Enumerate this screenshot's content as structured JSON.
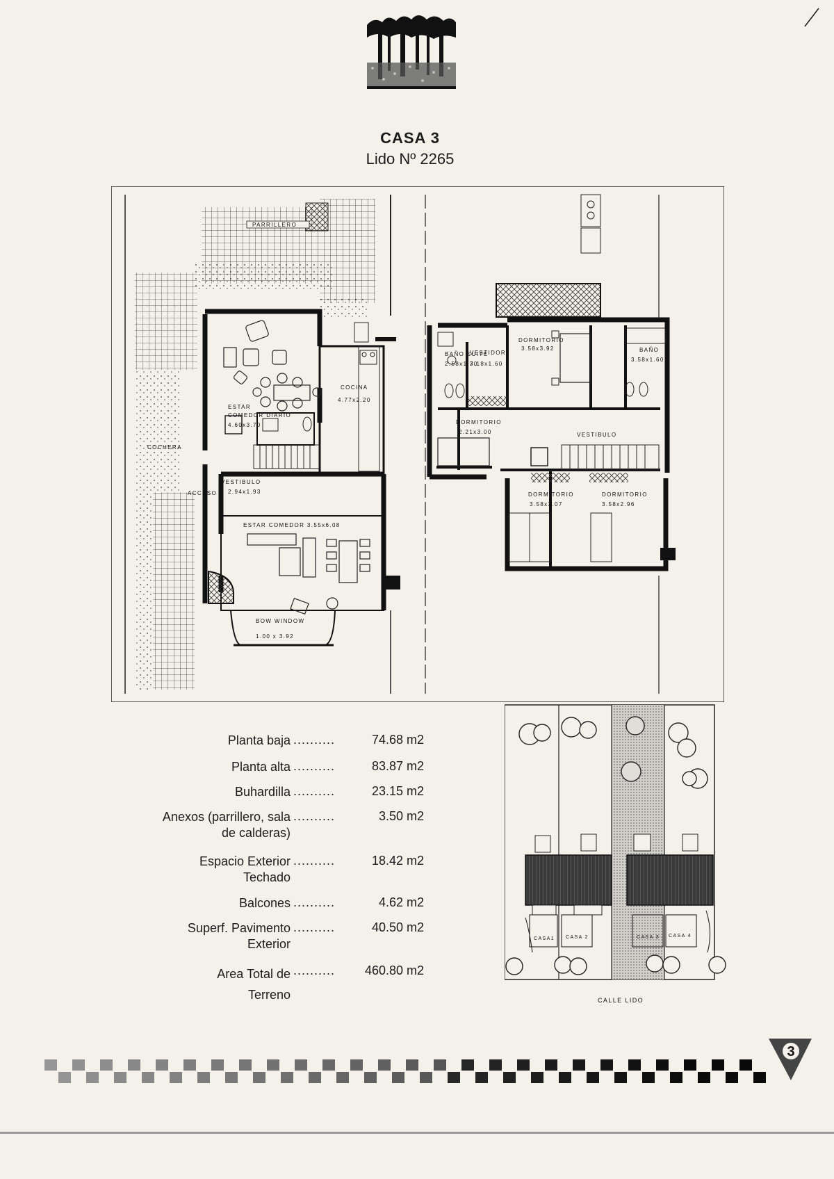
{
  "heading": {
    "casa": "CASA  3",
    "address": "Lido Nº 2265"
  },
  "ground_floor_labels": {
    "parrillero": "PARRILLERO",
    "estar_comedor_diario": "ESTAR",
    "estar_comedor_diario_2": "COMEDOR DIARIO",
    "estar_comedor_diario_dim": "4.60x3.70",
    "cocina": "COCINA",
    "cocina_dim": "4.77x2.20",
    "cochera": "COCHERA",
    "acceso": "ACCESO",
    "vestibulo": "VESTIBULO",
    "vestibulo_dim": "2.94x1.93",
    "estar_comedor": "ESTAR  COMEDOR  3.55x6.08",
    "bow_window": "BOW WINDOW",
    "bow_window_dim": "1.00 x 3.92"
  },
  "upper_floor_labels": {
    "bano_suite": "BAÑO SUITE",
    "bano_suite_dim": "2.58x1.70",
    "vestidor": "VESTIDOR",
    "vestidor_dim": "3.18x1.60",
    "dormitorio_main": "DORMITORIO",
    "dormitorio_main_dim": "3.58x3.92",
    "bano": "BAÑO",
    "bano_dim": "3.58x1.60",
    "dormitorio_small": "DORMITORIO",
    "dormitorio_small_dim": "2.21x3.00",
    "vestibulo": "VESTIBULO",
    "dormitorio_a": "DORMITORIO",
    "dormitorio_a_dim": "3.58x3.07",
    "dormitorio_b": "DORMITORIO",
    "dormitorio_b_dim": "3.58x2.96"
  },
  "areas": [
    {
      "name": "Planta baja",
      "dots": "..........",
      "value": "74.68",
      "unit": "m2"
    },
    {
      "name": "Planta alta",
      "dots": "..........",
      "value": "83.87",
      "unit": "m2"
    },
    {
      "name": "Buhardilla",
      "dots": "..........",
      "value": "23.15",
      "unit": "m2"
    },
    {
      "name": "Anexos (parrillero, sala",
      "name2": "de calderas)",
      "dots": "..........",
      "value": "3.50",
      "unit": "m2"
    },
    {
      "name": "Espacio Exterior",
      "name2": "Techado",
      "dots": "..........",
      "value": "18.42",
      "unit": "m2"
    },
    {
      "name": "Balcones",
      "dots": "..........",
      "value": "4.62",
      "unit": "m2"
    },
    {
      "name": "Superf. Pavimento",
      "name2": "Exterior",
      "dots": "..........",
      "value": "40.50",
      "unit": "m2"
    },
    {
      "name": "Area Total de",
      "name2": "Terreno",
      "dots": "..........",
      "value": "460.80",
      "unit": "m2"
    }
  ],
  "site_plan": {
    "casa1": "CASA1",
    "casa2": "CASA 2",
    "casa3": "CASA 3",
    "casa4": "CASA 4",
    "street": "CALLE  LIDO"
  },
  "page_number": "3"
}
